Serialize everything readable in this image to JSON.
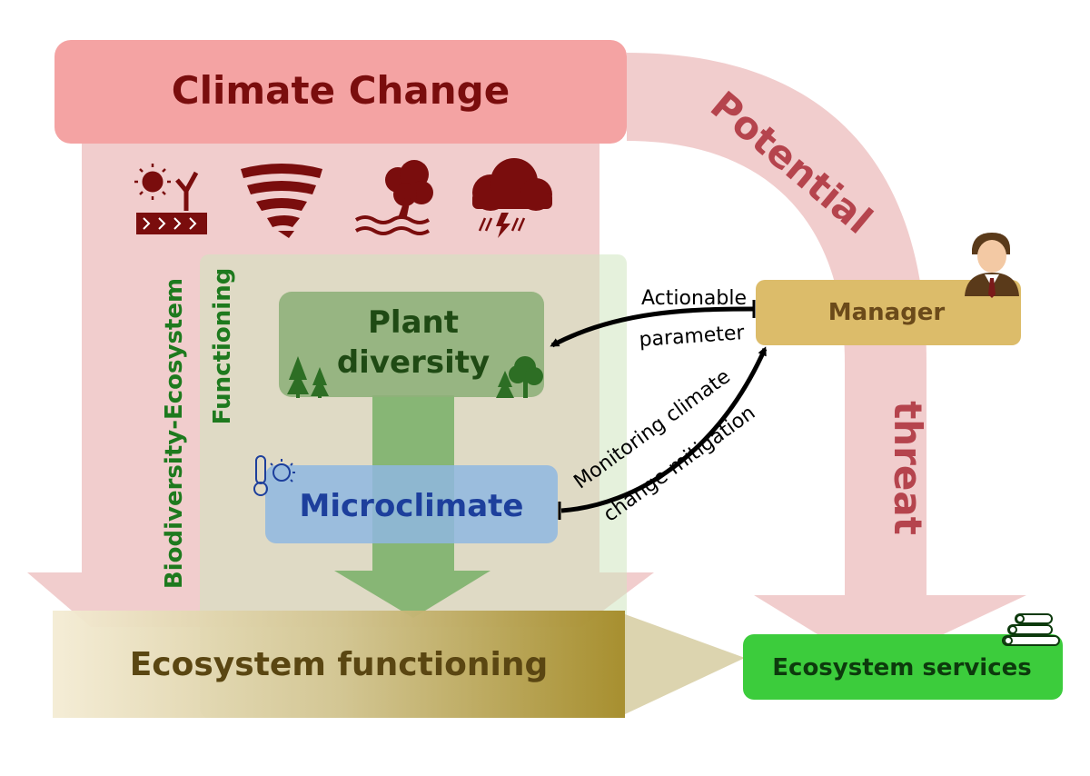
{
  "climate_change": {
    "title": "Climate Change"
  },
  "hazard_icons": [
    "drought-icon",
    "tornado-icon",
    "flood-icon",
    "storm-icon"
  ],
  "potential_threat": {
    "word1": "Potential",
    "word2": "threat"
  },
  "bef_label": {
    "line1": "Biodiversity-Ecosystem",
    "line2": "Functioning"
  },
  "plant_diversity": {
    "line1": "Plant",
    "line2": "diversity"
  },
  "microclimate": {
    "label": "Microclimate"
  },
  "manager": {
    "label": "Manager"
  },
  "arrow_actionable": {
    "line1": "Actionable",
    "line2": "parameter"
  },
  "arrow_monitoring": {
    "line1": "Monitoring climate",
    "line2": "change mitigation"
  },
  "ecosystem_functioning": {
    "label": "Ecosystem functioning"
  },
  "ecosystem_services": {
    "label": "Ecosystem services"
  },
  "colors": {
    "climate_box": "#f4a3a3",
    "climate_text": "#7a0d0d",
    "flow_pink": "#efc4c4",
    "threat_text": "#b5444d",
    "bef_green": "#1e7a1e",
    "plant_box": "#8fb07a",
    "plant_text": "#1f4a14",
    "micro_box": "#8fb7e0",
    "micro_text": "#1d3f9c",
    "manager_box": "#dcbc6a",
    "manager_text": "#6b4a1a",
    "services_box": "#3ccc3c",
    "services_text": "#0d3a0d",
    "functioning_text": "#5a4612"
  }
}
